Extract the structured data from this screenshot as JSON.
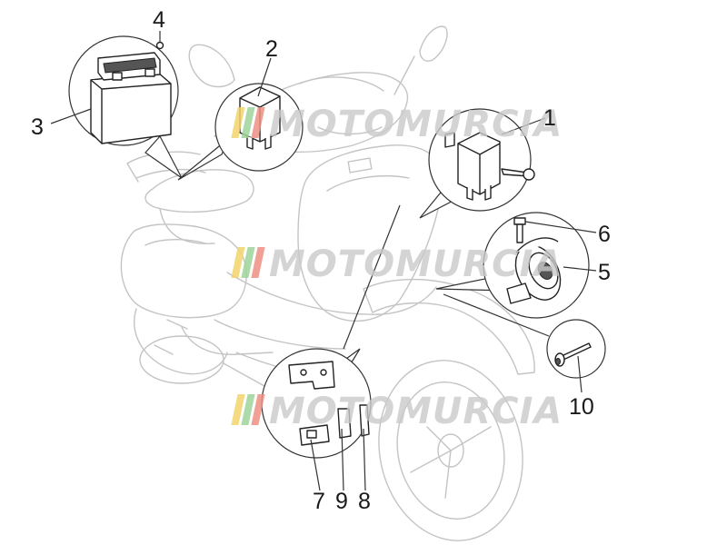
{
  "watermark": {
    "text": "MOTOMURCIA",
    "stripe_colors": [
      "#f2d36b",
      "#9fd39a",
      "#ef8f83"
    ]
  },
  "callouts": [
    {
      "id": "1",
      "label": "1"
    },
    {
      "id": "2",
      "label": "2"
    },
    {
      "id": "3",
      "label": "3"
    },
    {
      "id": "4",
      "label": "4"
    },
    {
      "id": "5",
      "label": "5"
    },
    {
      "id": "6",
      "label": "6"
    },
    {
      "id": "7",
      "label": "7"
    },
    {
      "id": "8",
      "label": "8"
    },
    {
      "id": "9",
      "label": "9"
    },
    {
      "id": "10",
      "label": "10"
    }
  ],
  "parts": [
    {
      "callout": "1",
      "icon": "relay-icon"
    },
    {
      "callout": "2",
      "icon": "relay-icon"
    },
    {
      "callout": "3",
      "icon": "battery-icon"
    },
    {
      "callout": "4",
      "icon": "nut-icon"
    },
    {
      "callout": "5",
      "icon": "horn-icon"
    },
    {
      "callout": "6",
      "icon": "bolt-icon"
    },
    {
      "callout": "7",
      "icon": "bracket-icon"
    },
    {
      "callout": "8",
      "icon": "bracket-icon"
    },
    {
      "callout": "9",
      "icon": "bracket-icon"
    },
    {
      "callout": "10",
      "icon": "bolt-icon"
    }
  ]
}
